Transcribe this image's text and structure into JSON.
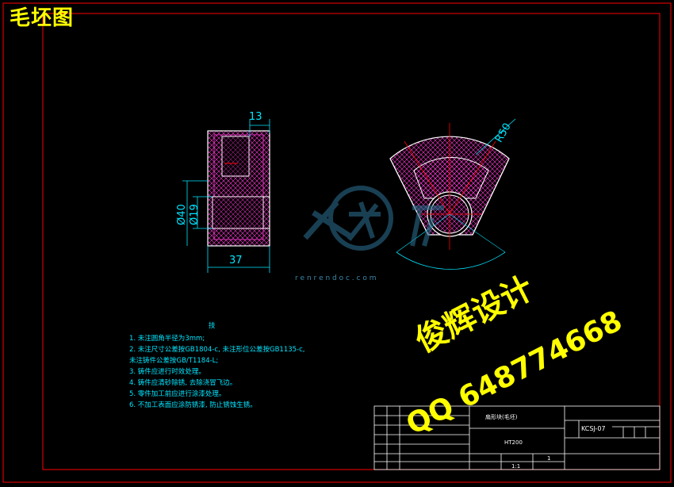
{
  "title": "毛坯图",
  "dims": {
    "d13": "13",
    "d40": "Ø40",
    "d19": "Ø19",
    "d37": "37",
    "r50": "R50"
  },
  "notes": {
    "heading": "技",
    "lines": [
      "1. 未注圆角半径为3mm;",
      "2. 未注尺寸公差按GB1804-c, 未注形位公差按GB1135-c,",
      "   未注铸件公差按GB/T1184-L;",
      "3. 铸件应进行时效处理。",
      "4. 铸件应清砂除锈, 去除浇冒飞边。",
      "5. 零件加工前应进行涂漆处理。",
      "6. 不加工表面应涂防锈漆, 防止锈蚀生锈。"
    ]
  },
  "watermark": {
    "site": "r e n r e n d o c . c o m",
    "designer": "俊辉设计",
    "qq": "QQ 648774668"
  },
  "titleblock": {
    "part": "扇形块(毛坯)",
    "material": "HT200",
    "code": "KCSJ-07",
    "scale": "1:1",
    "qty": "1"
  },
  "colors": {
    "frame": "#ff0000",
    "outline": "#ffffff",
    "dimension": "#00e5ff",
    "watermark": "#ffff00",
    "hatch": "#ff00ff"
  }
}
